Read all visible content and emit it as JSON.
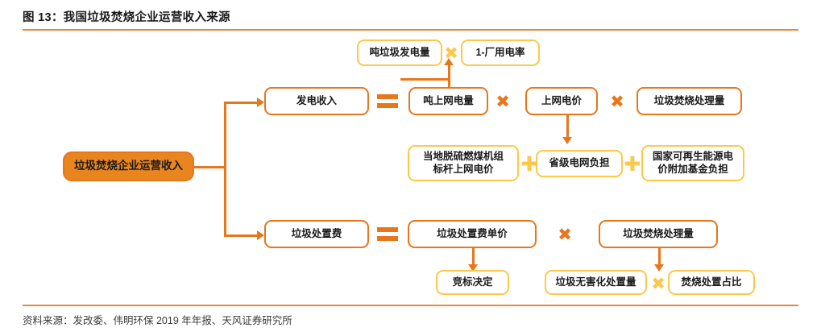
{
  "figure": {
    "title": "图 13：我国垃圾焚烧企业运营收入来源",
    "source": "资料来源：发改委、伟明环保 2019 年年报、天风证券研究所"
  },
  "colors": {
    "orange": "#E8761B",
    "orange_fill": "#E8851F",
    "yellow": "#FBC94A",
    "rule": "#E8873B",
    "text": "#1a1a1a"
  },
  "nodes": {
    "root": "垃圾焚烧企业运营收入",
    "power_revenue": "发电收入",
    "ton_grid_power": "吨上网电量",
    "grid_price": "上网电价",
    "incin_volume_top": "垃圾焚烧处理量",
    "ton_waste_gen": "吨垃圾发电量",
    "one_minus_aux": "1-厂用电率",
    "coal_benchmark": "当地脱硫燃煤机组\n标杆上网电价",
    "province_grid": "省级电网负担",
    "national_fund": "国家可再生能源电\n价附加基金负担",
    "disposal_fee": "垃圾处置费",
    "disposal_unit_price": "垃圾处置费单价",
    "incin_volume_bottom": "垃圾焚烧处理量",
    "bidding": "竞标决定",
    "harmless_volume": "垃圾无害化处置量",
    "incin_share": "焚烧处置占比"
  },
  "operators": {
    "equals": "=",
    "times": "✖",
    "plus": "✚"
  }
}
